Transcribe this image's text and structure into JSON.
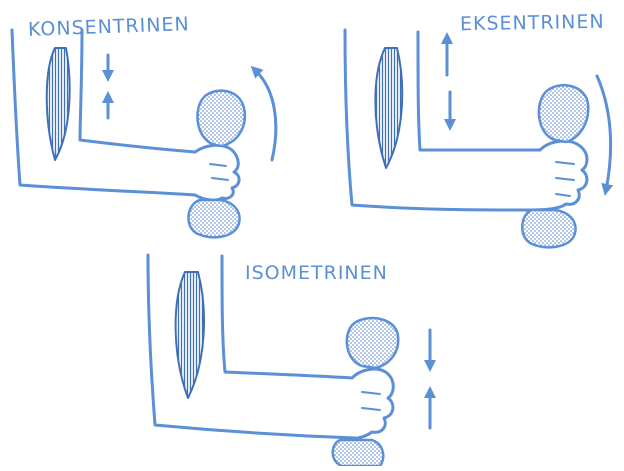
{
  "colors": {
    "line": "#5b8fd6",
    "stipple": "#4a7ac4",
    "muscle": "#3f6fb8",
    "background": "#ffffff"
  },
  "panels": [
    {
      "id": "konsentrinen",
      "label": "KONSENTRINEN",
      "motion": "curved-arrow-up",
      "arrows": [
        "down",
        "up"
      ]
    },
    {
      "id": "eksentrinen",
      "label": "EKSENTRINEN",
      "motion": "curved-arrow-down",
      "arrows": [
        "up",
        "down"
      ]
    },
    {
      "id": "isometrinen",
      "label": "ISOMETRINEN",
      "motion": "none",
      "arrows": [
        "down",
        "up"
      ]
    }
  ]
}
